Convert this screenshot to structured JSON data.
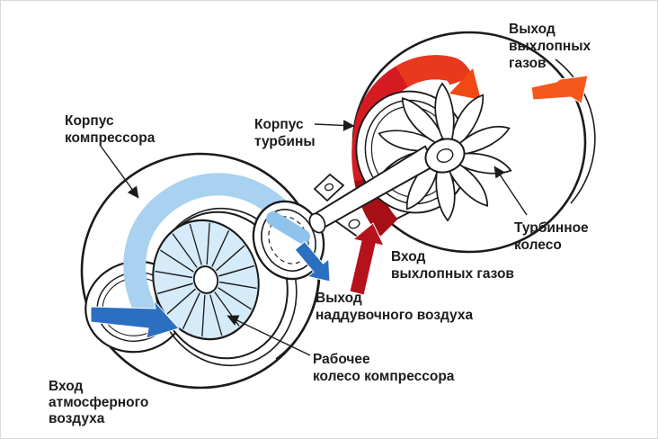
{
  "labels": {
    "exhaust_out": {
      "line1": "Выход",
      "line2": "выхлопных",
      "line3": "газов"
    },
    "compressor_housing": {
      "line1": "Корпус",
      "line2": "компрессора"
    },
    "turbine_housing": {
      "line1": "Корпус",
      "line2": "турбины"
    },
    "turbine_wheel": {
      "line1": "Турбинное",
      "line2": "колесо"
    },
    "exhaust_in": {
      "line1": "Вход",
      "line2": "выхлопных газов"
    },
    "charge_air_out": {
      "line1": "Выход",
      "line2": "наддувочного воздуха"
    },
    "impeller": {
      "line1": "Рабочее",
      "line2": "колесо компрессора"
    },
    "air_in": {
      "line1": "Вход",
      "line2": "атмосферного",
      "line3": "воздуха"
    }
  },
  "colors": {
    "outline": "#1b1b1b",
    "intake_air_blue": "#2b6fc0",
    "charge_air_band": "#a8d2ef",
    "charge_air_inner": "#8fc3ec",
    "charge_air_arrow": "#2b6fc0",
    "compressor_wheel_fill": "#d6ebf9",
    "exhaust_in_dark_red": "#b5121b",
    "exhaust_band_start": "#a60f16",
    "exhaust_band_red": "#d41b22",
    "exhaust_band_hot": "#e8391d",
    "exhaust_band_head": "#ef4a16",
    "exhaust_out_orange": "#f4581c"
  }
}
